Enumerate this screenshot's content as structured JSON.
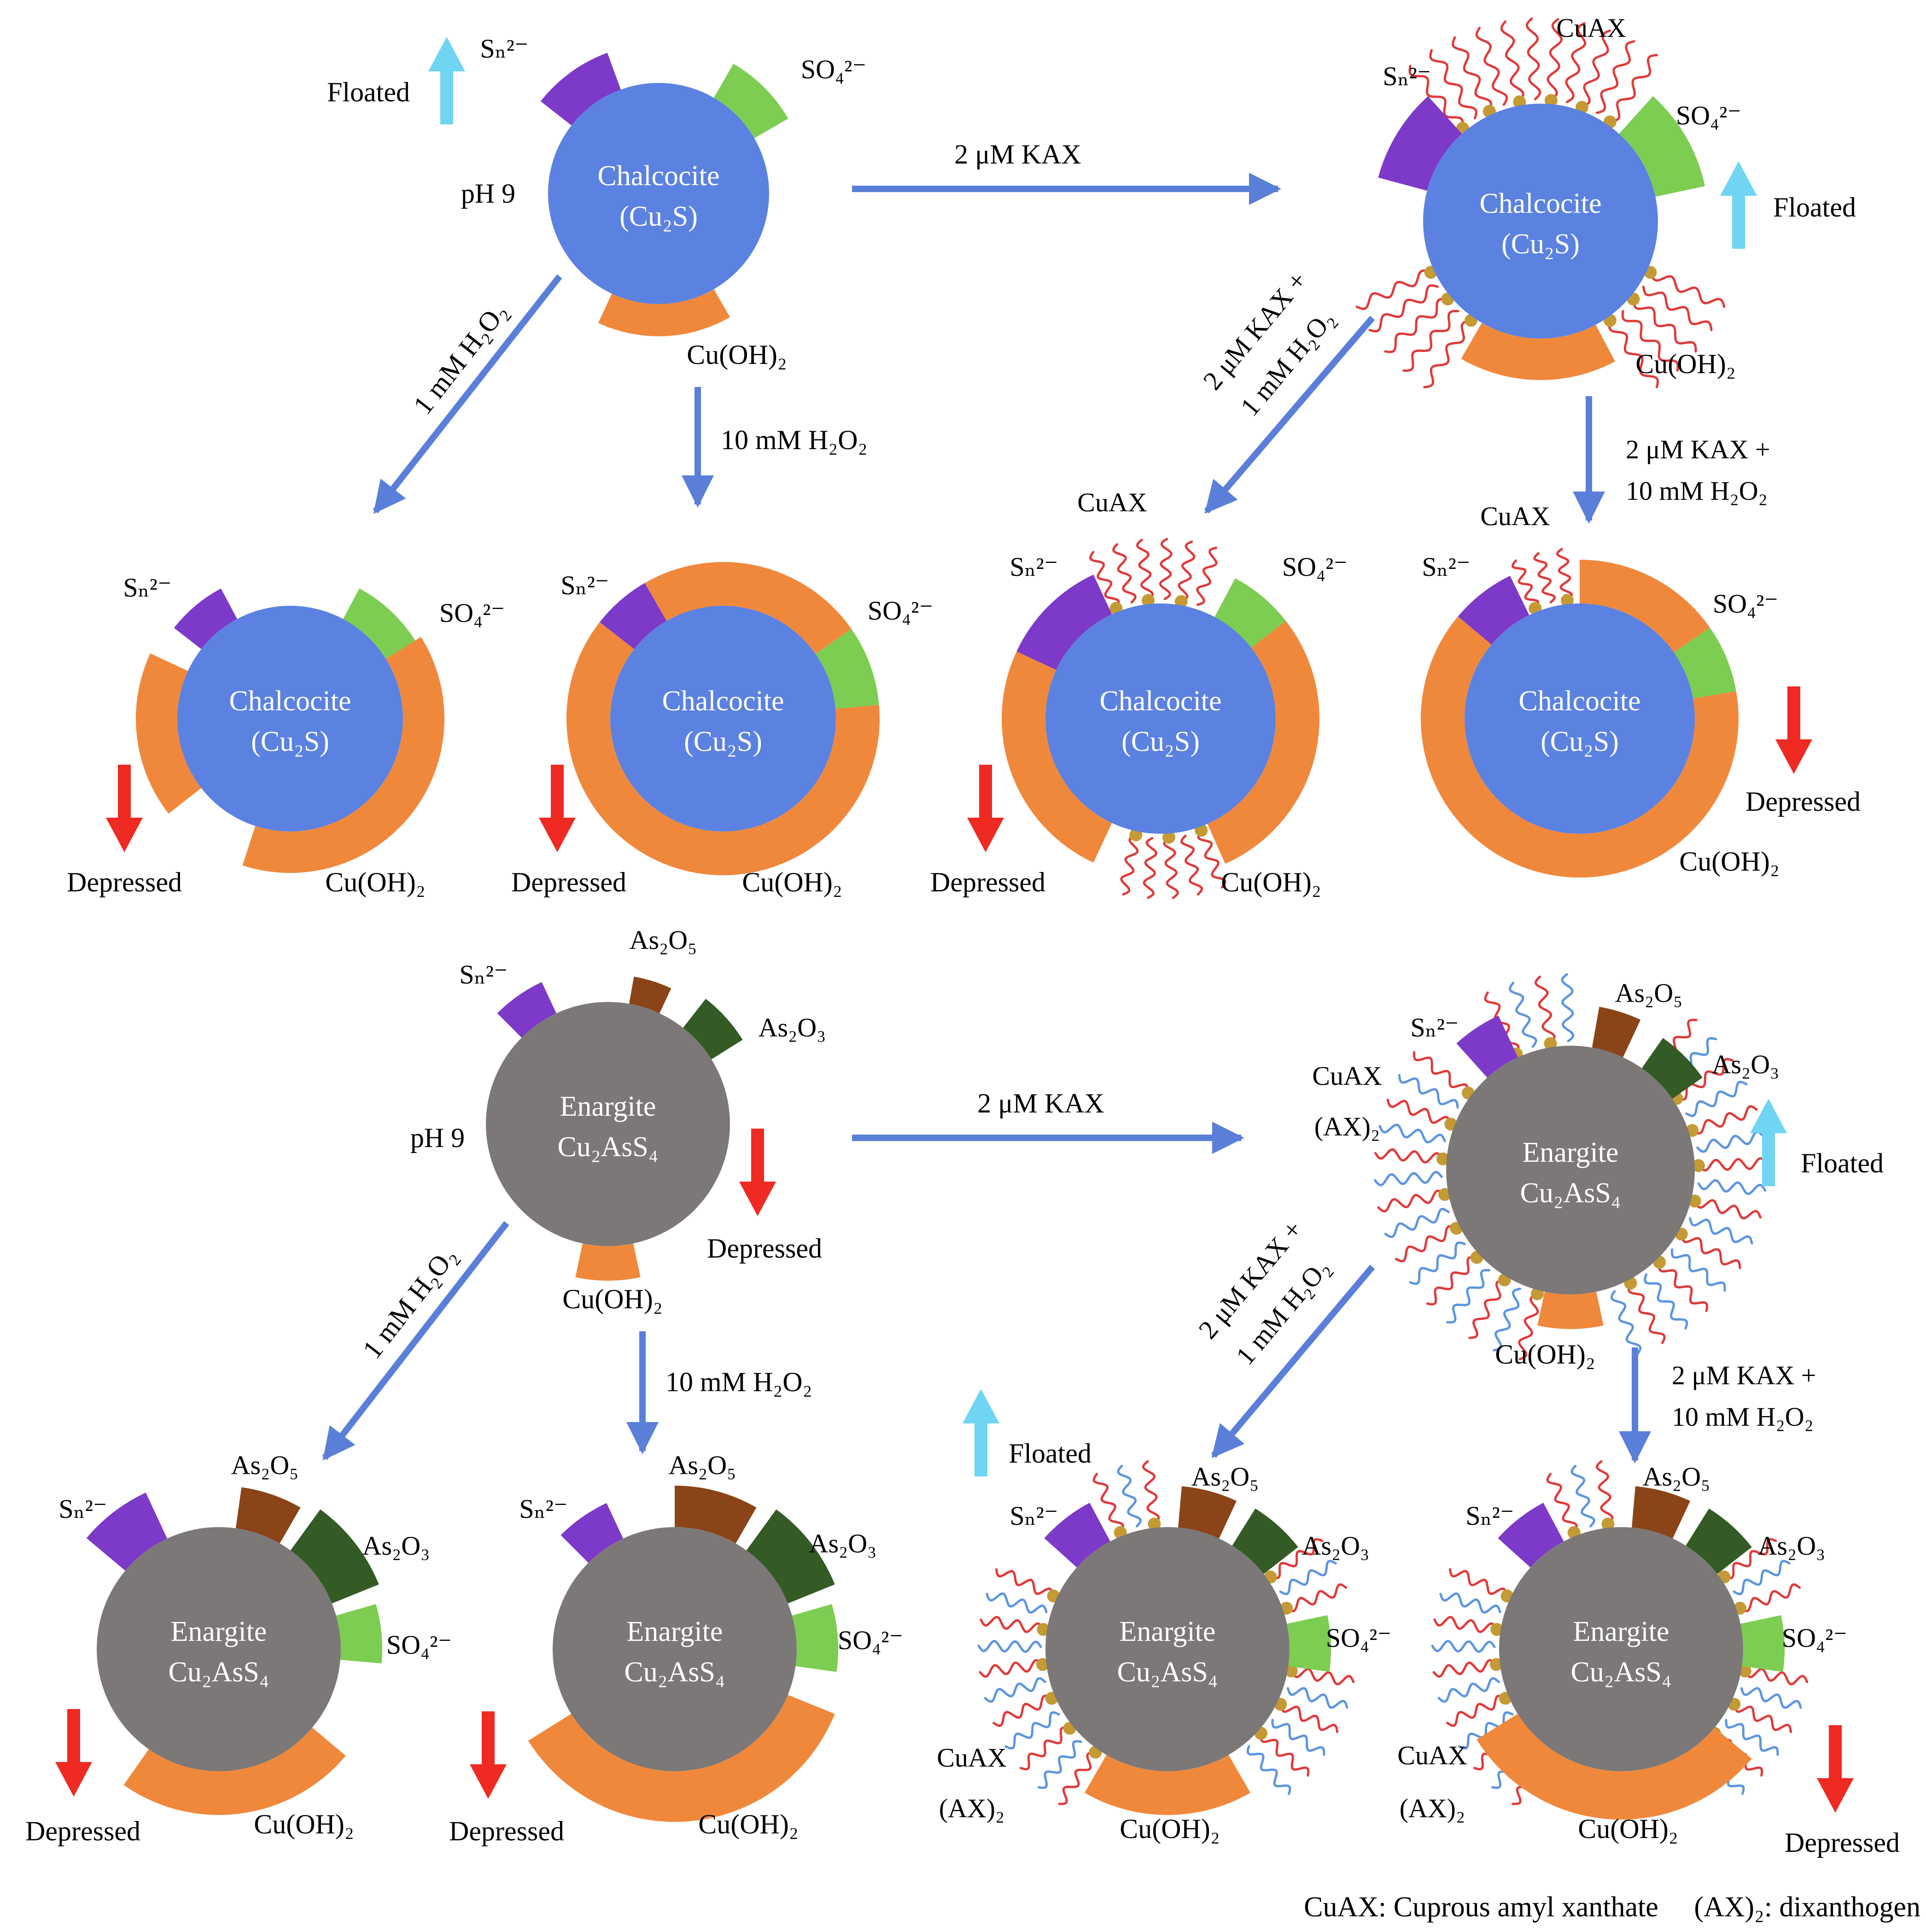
{
  "colors": {
    "chalcocite": "#5b82e0",
    "enargite": "#7b7877",
    "cu_oh2": "#f0883c",
    "sn": "#7d3ac8",
    "so4": "#7ccd52",
    "as2o5": "#8a4418",
    "as2o3": "#345a25",
    "arrow": "#5a7fd9",
    "floated": "#6fd5f2",
    "depressed": "#ee2a22",
    "xanthate": "#e03a3a",
    "dixanthogen": "#5b95e0",
    "head": "#c49a34"
  },
  "labels": {
    "chalcocite": "Chalcocite",
    "cu2s": "(Cu₂S)",
    "enargite": "Enargite",
    "cu2ass4": "Cu₂AsS₄",
    "sn": "Sₙ²⁻",
    "so4": "SO₄²⁻",
    "cuoh2": "Cu(OH)₂",
    "as2o5": "As₂O₅",
    "as2o3": "As₂O₃",
    "cuax": "CuAX",
    "ax2": "(AX)₂",
    "floated": "Floated",
    "depressed": "Depressed",
    "ph9": "pH 9",
    "kax": "2 μM KAX",
    "h2o2_1": "1 mM H₂O₂",
    "h2o2_10": "10 mM H₂O₂",
    "kax_plus": "2 μM KAX +",
    "kax_h2o2_1": "1 mM H₂O₂",
    "kax_h2o2_10": "10 mM H₂O₂"
  },
  "legend": "CuAX: Cuprous amyl xanthate     (AX)₂: dixanthogen"
}
